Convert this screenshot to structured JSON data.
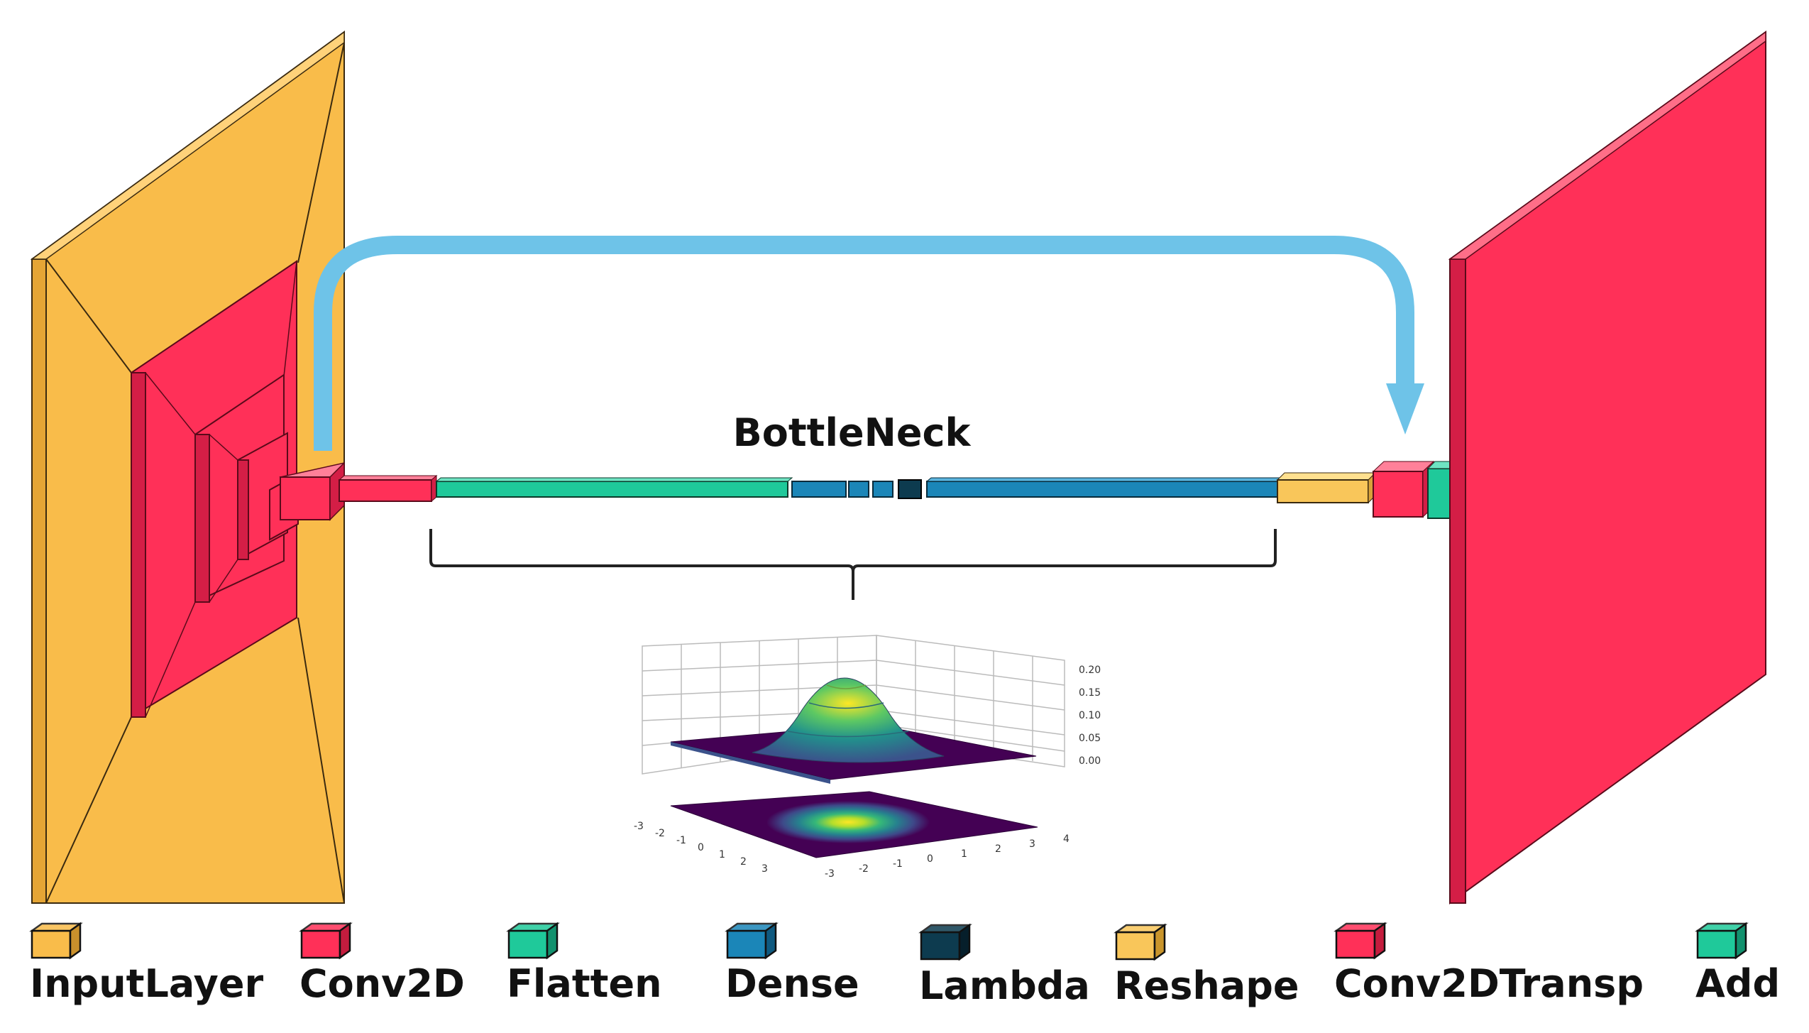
{
  "diagram": {
    "bottleneck_label": "BottleNeck",
    "legend": [
      {
        "label": "InputLayer",
        "color": "#F9BC4A",
        "dark": "#C9902C"
      },
      {
        "label": "Conv2D",
        "color": "#FF3058",
        "dark": "#C41C3E"
      },
      {
        "label": "Flatten",
        "color": "#1FC99A",
        "dark": "#12916E"
      },
      {
        "label": "Dense",
        "color": "#1B86B8",
        "dark": "#0F5A80"
      },
      {
        "label": "Lambda",
        "color": "#0D3B4F",
        "dark": "#061F2B"
      },
      {
        "label": "Reshape",
        "color": "#F9C65A",
        "dark": "#C9952C"
      },
      {
        "label": "Conv2DTransp",
        "color": "#FF3058",
        "dark": "#C41C3E"
      },
      {
        "label": "Add",
        "color": "#1FC99A",
        "dark": "#12916E"
      }
    ],
    "skip_arrow_color": "#6EC3E8",
    "surface_plot": {
      "z_ticks": [
        "0.20",
        "0.15",
        "0.10",
        "0.05",
        "0.00"
      ],
      "x_ticks": [
        "-3",
        "-2",
        "-1",
        "0",
        "1",
        "2",
        "3",
        "4"
      ],
      "y_ticks": [
        "-3",
        "-2",
        "-1",
        "0",
        "1",
        "2",
        "3"
      ]
    }
  }
}
